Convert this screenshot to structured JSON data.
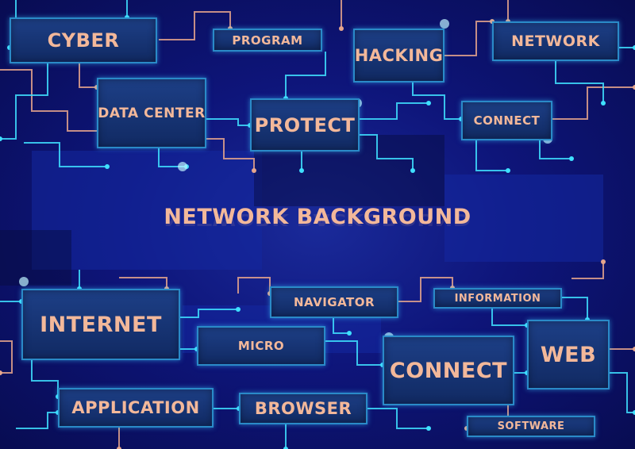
{
  "title": "NETWORK BACKGROUND",
  "labels": {
    "cyber": "CYBER",
    "program": "PROGRAM",
    "hacking": "HACKING",
    "network": "NETWORK",
    "data_center": "DATA CENTER",
    "protect": "PROTECT",
    "connect_small": "CONNECT",
    "internet": "INTERNET",
    "navigator": "NAVIGATOR",
    "information": "INFORMATION",
    "micro": "MICRO",
    "connect_large": "CONNECT",
    "web": "WEB",
    "application": "APPLICATION",
    "browser": "BROWSER",
    "software": "SOFTWARE"
  },
  "colors": {
    "background": "#0e157a",
    "box_fill": "#1d3f86",
    "box_border": "#2a8ac8",
    "label_text": "#f3b89a",
    "trace_cyan": "#3fe0ff",
    "trace_peach": "#e6a58c"
  }
}
